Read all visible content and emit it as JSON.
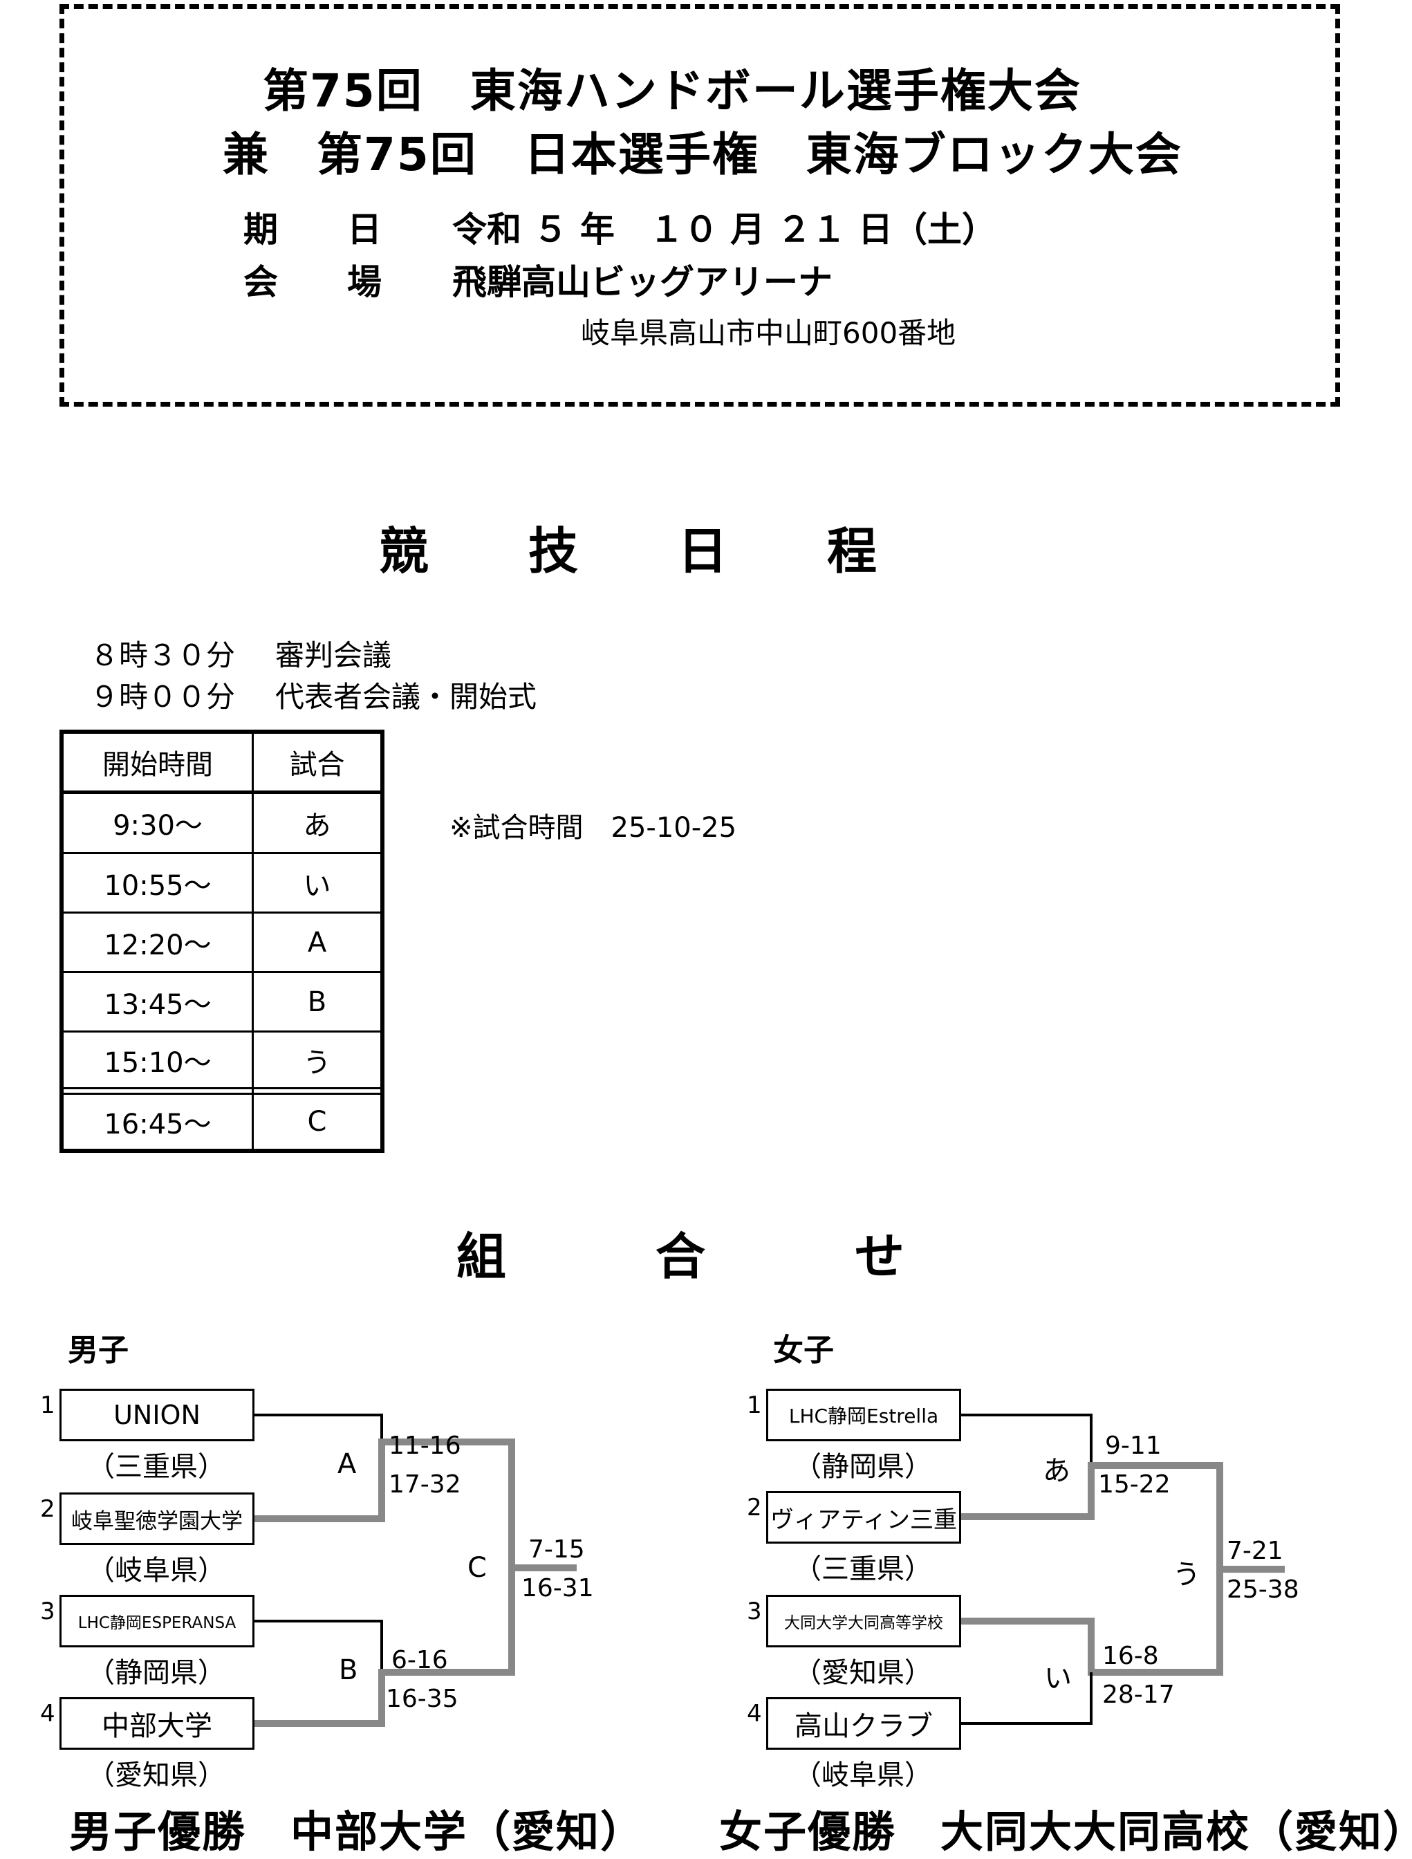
{
  "header": {
    "title_line1": "第75回　東海ハンドボール選手権大会",
    "title_line2": "兼　第75回　日本選手権　東海ブロック大会",
    "date_label": "期　　日",
    "date_value": "令和 ５ 年　１０ 月 ２１ 日（土）",
    "venue_label": "会　　場",
    "venue_value": "飛騨高山ビッグアリーナ",
    "address": "岐阜県高山市中山町600番地"
  },
  "schedule": {
    "heading": "競　　技　　日　　程",
    "events": [
      {
        "time": "８時３０分",
        "name": "審判会議"
      },
      {
        "time": "９時００分",
        "name": "代表者会議・開始式"
      }
    ],
    "table_headers": [
      "開始時間",
      "試合"
    ],
    "rows": [
      {
        "time": "9:30〜",
        "match": "あ"
      },
      {
        "time": "10:55〜",
        "match": "い"
      },
      {
        "time": "12:20〜",
        "match": "A"
      },
      {
        "time": "13:45〜",
        "match": "B"
      },
      {
        "time": "15:10〜",
        "match": "う"
      },
      {
        "time": "16:45〜",
        "match": "C"
      }
    ],
    "note": "※試合時間　25-10-25"
  },
  "bracket": {
    "heading": "組　　　合　　　せ",
    "men": {
      "label": "男子",
      "teams": [
        {
          "seed": "1",
          "name": "UNION",
          "pref": "（三重県）"
        },
        {
          "seed": "2",
          "name": "岐阜聖徳学園大学",
          "pref": "（岐阜県）"
        },
        {
          "seed": "3",
          "name": "LHC静岡ESPERANSA",
          "pref": "（静岡県）"
        },
        {
          "seed": "4",
          "name": "中部大学",
          "pref": "（愛知県）"
        }
      ],
      "matches": [
        {
          "label": "A",
          "score1": "11-16",
          "score2": "17-32"
        },
        {
          "label": "B",
          "score1": "6-16",
          "score2": "16-35"
        },
        {
          "label": "C",
          "score1": "7-15",
          "score2": "16-31"
        }
      ],
      "winner": "男子優勝　中部大学（愛知）"
    },
    "women": {
      "label": "女子",
      "teams": [
        {
          "seed": "1",
          "name": "LHC静岡Estrella",
          "pref": "（静岡県）"
        },
        {
          "seed": "2",
          "name": "ヴィアティン三重",
          "pref": "（三重県）"
        },
        {
          "seed": "3",
          "name": "大同大学大同高等学校",
          "pref": "（愛知県）"
        },
        {
          "seed": "4",
          "name": "高山クラブ",
          "pref": "（岐阜県）"
        }
      ],
      "matches": [
        {
          "label": "あ",
          "score1": "9-11",
          "score2": "15-22"
        },
        {
          "label": "い",
          "score1": "16-8",
          "score2": "28-17"
        },
        {
          "label": "う",
          "score1": "7-21",
          "score2": "25-38"
        }
      ],
      "winner": "女子優勝　大同大大同高校（愛知）"
    }
  },
  "colors": {
    "winner_line": "#888888",
    "line": "#000000"
  }
}
